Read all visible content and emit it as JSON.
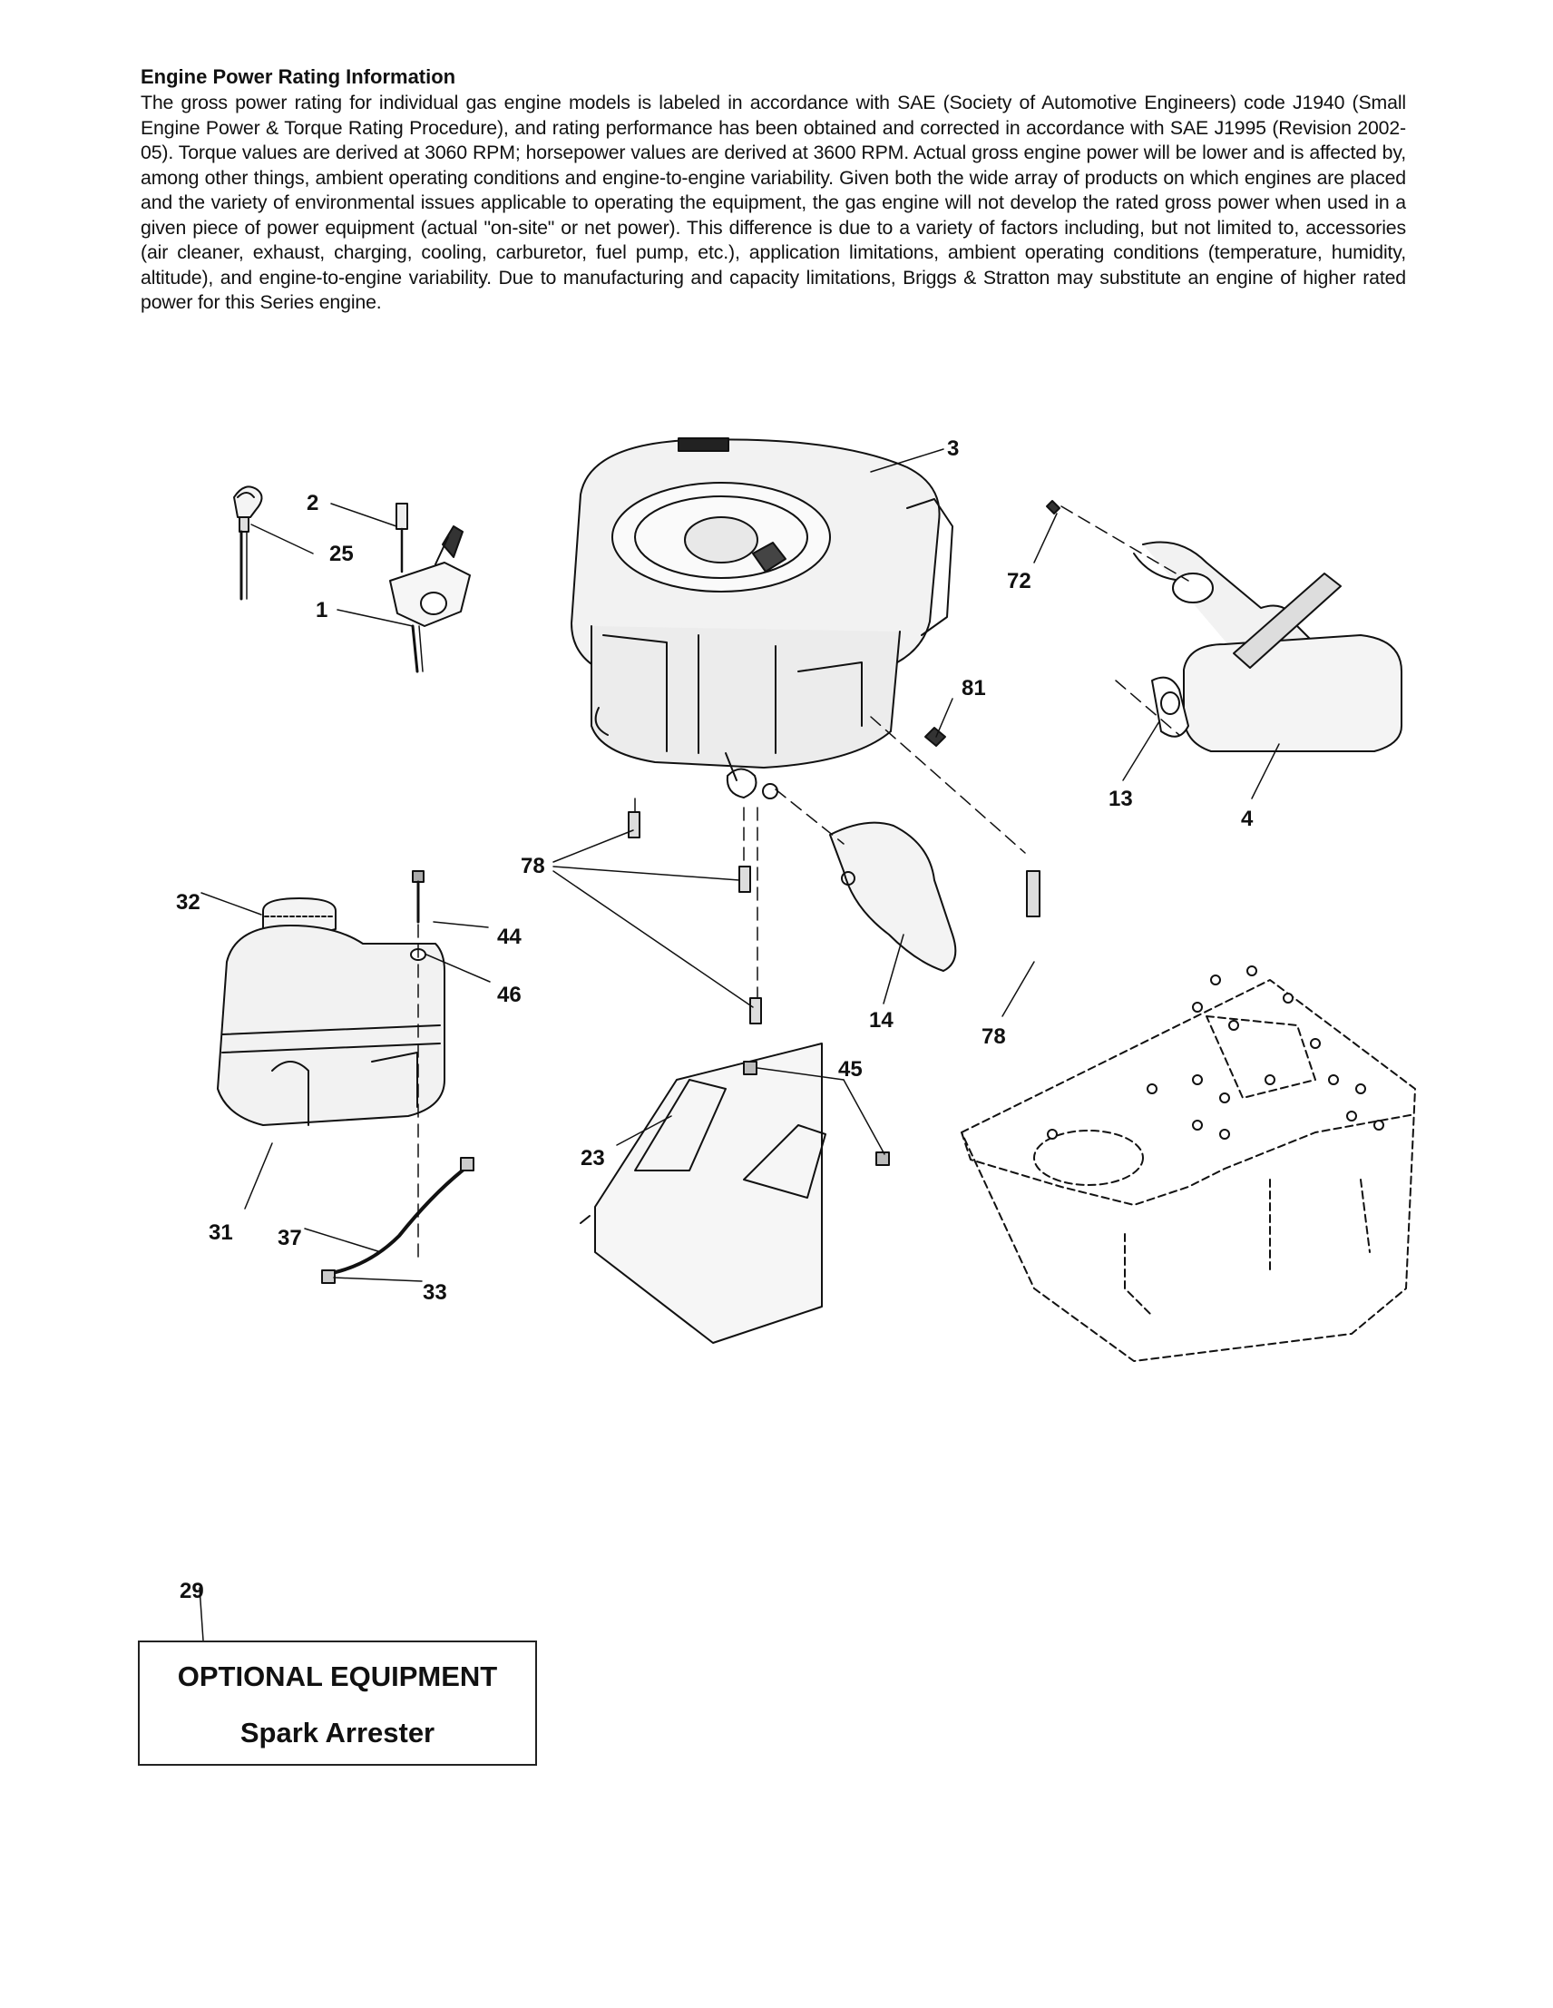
{
  "page": {
    "heading": "Engine Power Rating Information",
    "paragraph": "The gross power rating for individual gas engine models is labeled in accordance with SAE (Society of Automotive Engineers) code J1940 (Small Engine Power & Torque Rating Procedure), and rating performance has been obtained and corrected in accordance with SAE J1995 (Revision 2002-05). Torque values are derived at 3060 RPM; horsepower values are derived at 3600 RPM. Actual gross engine power will be lower and is affected by, among other things, ambient operating conditions and engine-to-engine variability. Given both the wide array of products on which engines are placed and the variety of environmental issues applicable to operating the equipment, the gas engine will not develop the rated gross power when used in a given piece of power equipment (actual \"on-site\" or net power). This difference is due to a variety of factors including, but not limited to, accessories (air cleaner, exhaust, charging, cooling, carburetor, fuel pump, etc.), application limitations, ambient operating conditions (temperature, humidity, altitude), and engine-to-engine variability. Due to manufacturing and capacity limitations, Briggs & Stratton may substitute an engine of higher rated power for this Series engine."
  },
  "callouts": {
    "c2": "2",
    "c25": "25",
    "c1": "1",
    "c3": "3",
    "c72": "72",
    "c81": "81",
    "c13": "13",
    "c4": "4",
    "c78a": "78",
    "c32": "32",
    "c44": "44",
    "c46": "46",
    "c14": "14",
    "c78b": "78",
    "c45": "45",
    "c23": "23",
    "c31": "31",
    "c37": "37",
    "c33": "33",
    "c29": "29"
  },
  "optional": {
    "title": "OPTIONAL EQUIPMENT",
    "item": "Spark Arrester"
  }
}
